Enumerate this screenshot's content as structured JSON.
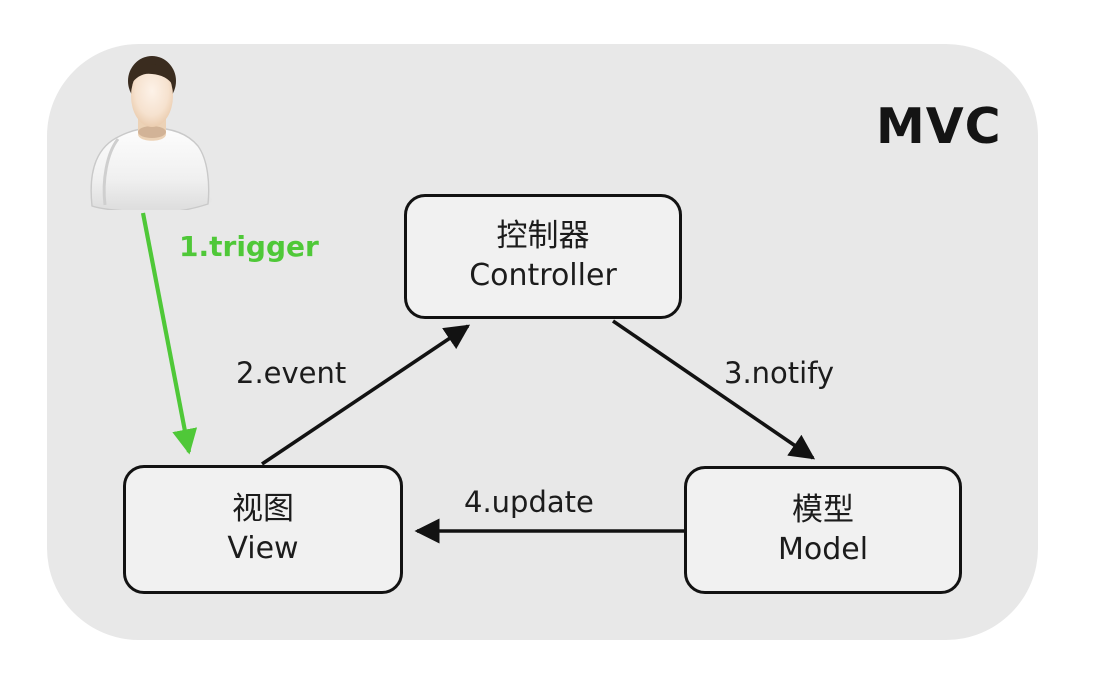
{
  "title": "MVC",
  "colors": {
    "panel_background": "#e8e8e8",
    "node_fill": "#f1f1f1",
    "line_black": "#121212",
    "accent_green": "#4fc838"
  },
  "actor": {
    "icon": "user-avatar-icon"
  },
  "nodes": {
    "controller": {
      "zh": "控制器",
      "en": "Controller"
    },
    "view": {
      "zh": "视图",
      "en": "View"
    },
    "model": {
      "zh": "模型",
      "en": "Model"
    }
  },
  "edges": {
    "trigger": {
      "label": "1.trigger",
      "from": "user",
      "to": "view",
      "color": "#4fc838"
    },
    "event": {
      "label": "2.event",
      "from": "view",
      "to": "controller",
      "color": "#121212"
    },
    "notify": {
      "label": "3.notify",
      "from": "controller",
      "to": "model",
      "color": "#121212"
    },
    "update": {
      "label": "4.update",
      "from": "model",
      "to": "view",
      "color": "#121212"
    }
  }
}
